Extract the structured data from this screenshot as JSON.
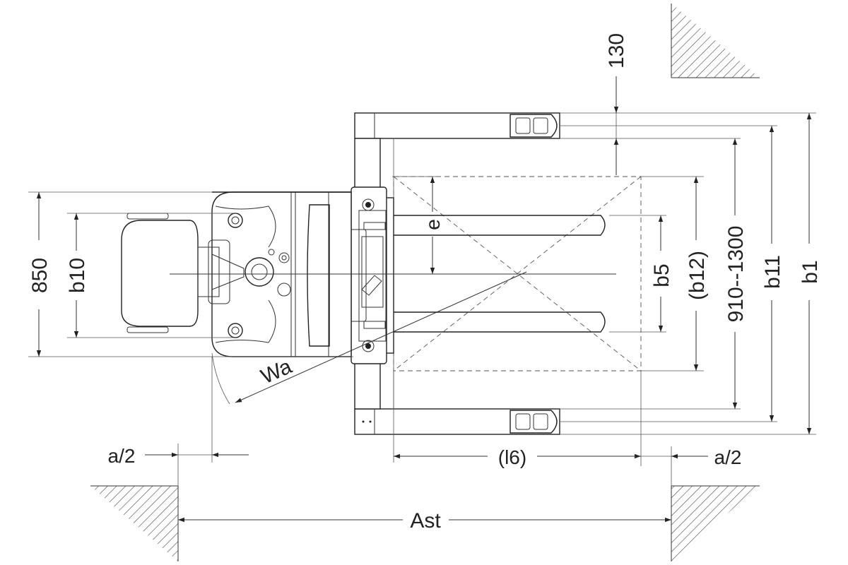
{
  "labels": {
    "dim_130": "130",
    "dim_850": "850",
    "dim_b10": "b10",
    "dim_e": "e",
    "dim_b5": "b5",
    "dim_b12": "(b12)",
    "dim_910_1300": "910--1300",
    "dim_b11": "b11",
    "dim_b1": "b1",
    "dim_wa": "Wa",
    "dim_a2_left": "a/2",
    "dim_l6": "(l6)",
    "dim_a2_right": "a/2",
    "dim_ast": "Ast"
  },
  "colors": {
    "line": "#222222",
    "hatch": "#444444",
    "background": "#ffffff"
  }
}
